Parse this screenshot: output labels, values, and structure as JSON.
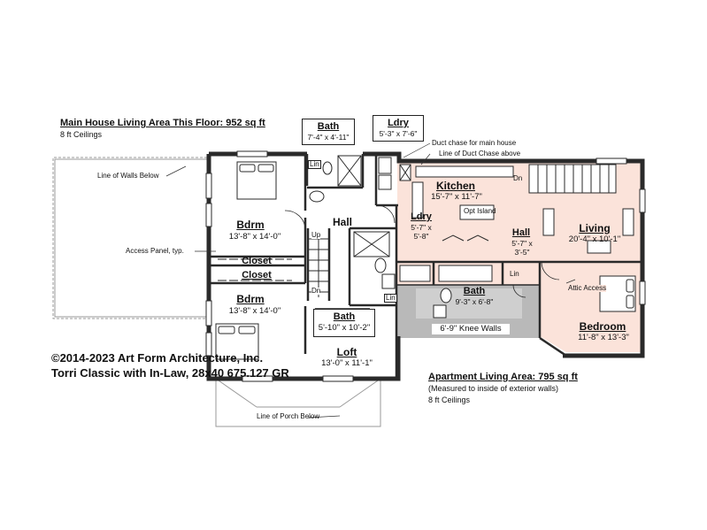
{
  "header": {
    "main_title": "Main House Living Area This Floor: 952 sq ft",
    "main_ceilings": "8 ft Ceilings",
    "apt_title": "Apartment Living Area: 795 sq ft",
    "apt_note": "(Measured to inside of exterior walls)",
    "apt_ceilings": "8 ft Ceilings"
  },
  "copyright": {
    "line1": "©2014-2023 Art Form Architecture, Inc.",
    "line2": "Torri Classic with In-Law, 28x40 675.127 GR"
  },
  "rooms": {
    "bath_top": {
      "name": "Bath",
      "dims": "7'-4\" x 4'-11\""
    },
    "ldry_top": {
      "name": "Ldry",
      "dims": "5'-3\" x 7'-6\""
    },
    "bdrm_upper": {
      "name": "Bdrm",
      "dims": "13'-8\" x 14'-0\""
    },
    "closet_1": {
      "name": "Closet"
    },
    "closet_2": {
      "name": "Closet"
    },
    "bdrm_lower": {
      "name": "Bdrm",
      "dims": "13'-8\" x 14'-0\""
    },
    "hall_main": {
      "name": "Hall"
    },
    "bath_main": {
      "name": "Bath",
      "dims": "5'-10\" x 10'-2\""
    },
    "loft": {
      "name": "Loft",
      "dims": "13'-0\" x 11'-1\""
    },
    "kitchen": {
      "name": "Kitchen",
      "dims": "15'-7\" x 11'-7\""
    },
    "opt_island": {
      "name": "Opt Island"
    },
    "ldry_apt": {
      "name": "Ldry",
      "dims1": "5'-7\" x",
      "dims2": "5'-8\""
    },
    "hall_apt": {
      "name": "Hall",
      "dims1": "5'-7\" x",
      "dims2": "3'-5\""
    },
    "living": {
      "name": "Living",
      "dims": "20'-4\" x 10'-1\""
    },
    "bath_apt": {
      "name": "Bath",
      "dims": "9'-3\" x 6'-8\""
    },
    "bedroom": {
      "name": "Bedroom",
      "dims": "11'-8\" x 13'-3\""
    }
  },
  "labels": {
    "line_walls_below": "Line of Walls Below",
    "access_panel": "Access Panel, typ.",
    "duct_chase": "Duct chase for main house",
    "line_duct_chase": "Line of Duct Chase above",
    "knee_walls": "6'-9\" Knee Walls",
    "attic_access": "Attic Access",
    "line_porch_below": "Line of Porch Below",
    "up": "Up",
    "dn_stair": "Dn",
    "dn_apt": "Dn",
    "lin_1": "Lin",
    "lin_2": "Lin",
    "lin_3": "Lin"
  },
  "colors": {
    "apartment_fill": "#fbe3da",
    "knee_wall_fill": "#b9b9b9",
    "wall": "#2a2a2a",
    "below_lines": "#9a9a9a"
  }
}
